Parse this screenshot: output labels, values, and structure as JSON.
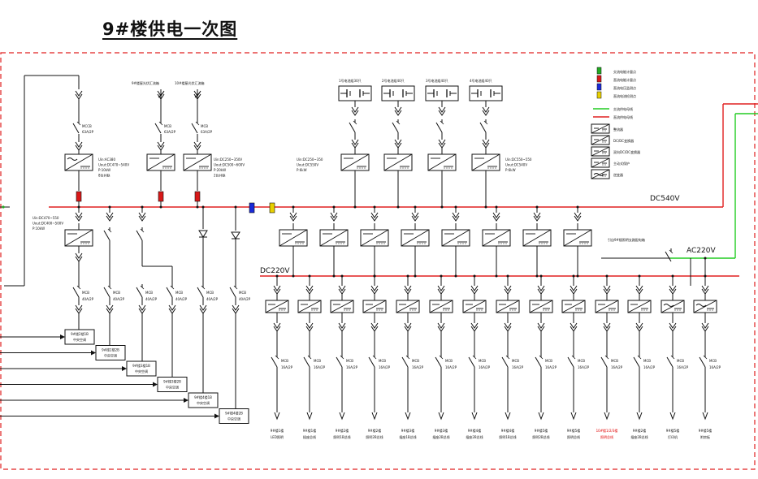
{
  "title": "9#楼供电一次图",
  "colors": {
    "frame": "#e02020",
    "dc_bus": "#e02020",
    "ac_bus": "#22cc22",
    "line": "#111111",
    "breaker_red": "#d81818",
    "breaker_blue": "#1a2ad8",
    "breaker_yellow": "#e8d000",
    "breaker_green": "#22aa22",
    "highlight_text": "#e00000"
  },
  "buses": {
    "dc540": "DC540V",
    "dc220": "DC220V",
    "ac220": "AC220V"
  },
  "ac_source_note": "引自9#楼照明支路配电箱",
  "pv_sources": [
    "9#楼屋光伏汇流箱",
    "10#楼屋光伏汇流箱"
  ],
  "top_feeders": [
    {
      "breaker": "MCCB",
      "rating": "63A/2P"
    },
    {
      "breaker": "MCB",
      "rating": "63A/2P"
    },
    {
      "breaker": "MCB",
      "rating": "63A/2P"
    }
  ],
  "top_converter_specs": [
    [
      "Uin:AC380",
      "Uout:DC470~540V",
      "P:10kW",
      "8台并联"
    ],
    [
      "Uin:DC250~350V",
      "Uout:DC500~600V",
      "P:20kW",
      "2台并联"
    ]
  ],
  "batteries": [
    "1号电池组30只",
    "2号电池组40只",
    "3号电池组40只",
    "4号电池组40只"
  ],
  "battery_conv_specs": [
    [
      "Uin:DC250~350",
      "Uout:DC550V",
      "P:6kW"
    ],
    [
      "Uin:DC550~550",
      "Uout:DC540V",
      "P:6kW"
    ]
  ],
  "left_conv_spec": [
    "Uin:DC470~550",
    "Uout:DC400~500V",
    "P:10kW"
  ],
  "hvac_feeders": {
    "breaker": "MCB",
    "ratings": [
      "40A/2P",
      "40A/2P",
      "40A/2P",
      "40A/2P",
      "40A/2P",
      "40A/2P"
    ],
    "boxes": [
      {
        "line1": "9#楼2楼1B",
        "line2": "中央空调"
      },
      {
        "line1": "9#楼2楼2B",
        "line2": "中央空调"
      },
      {
        "line1": "9#楼3楼1B",
        "line2": "中央空调"
      },
      {
        "line1": "9#楼3楼2B",
        "line2": "中央空调"
      },
      {
        "line1": "9#楼4楼1B",
        "line2": "中央空调"
      },
      {
        "line1": "9#楼4楼2B",
        "line2": "中央空调"
      }
    ]
  },
  "dc220_loads": {
    "breaker": "MCB",
    "ratings": [
      "16A/2P",
      "16A/2P",
      "16A/2P",
      "16A/2P",
      "16A/2P",
      "16A/2P",
      "16A/2P",
      "16A/2P",
      "16A/2P",
      "16A/2P",
      "16A/2P",
      "16A/2P",
      "16A/2P",
      "16A/2P"
    ],
    "labels": [
      [
        "9#楼1楼",
        "LED照明"
      ],
      [
        "9#楼1楼",
        "插座总线"
      ],
      [
        "9#楼2楼",
        "照明1B总线"
      ],
      [
        "9#楼2楼",
        "照明2B总线"
      ],
      [
        "9#楼3楼",
        "插座1B总线"
      ],
      [
        "9#楼3楼",
        "插座2B总线"
      ],
      [
        "9#楼4楼",
        "插座2B总线"
      ],
      [
        "9#楼4楼",
        "照明1B总线"
      ],
      [
        "9#楼5楼",
        "照明2B总线"
      ],
      [
        "9#楼5楼",
        "照明总线"
      ],
      [
        "10#楼1/2/3楼",
        "照明总线"
      ],
      [
        "9#楼2楼",
        "插座2B总线"
      ],
      [
        "9#楼5楼",
        "打印机"
      ],
      [
        "9#楼5楼",
        "附房板"
      ]
    ],
    "highlight_index": 10
  },
  "legend": {
    "markers": [
      {
        "color": "#22aa22",
        "label": "交流电能计量点"
      },
      {
        "color": "#d81818",
        "label": "直流电能计量点"
      },
      {
        "color": "#1a2ad8",
        "label": "直流电压监测点"
      },
      {
        "color": "#e8d000",
        "label": "直流电流检测点"
      }
    ],
    "lines": [
      {
        "color": "#22cc22",
        "label": "交流供电母线"
      },
      {
        "color": "#e02020",
        "label": "直流供电母线"
      }
    ],
    "symbols": [
      "整流器",
      "DC/DC变换器",
      "双向DC/DC变换器",
      "主动式保护",
      "逆变器"
    ]
  }
}
